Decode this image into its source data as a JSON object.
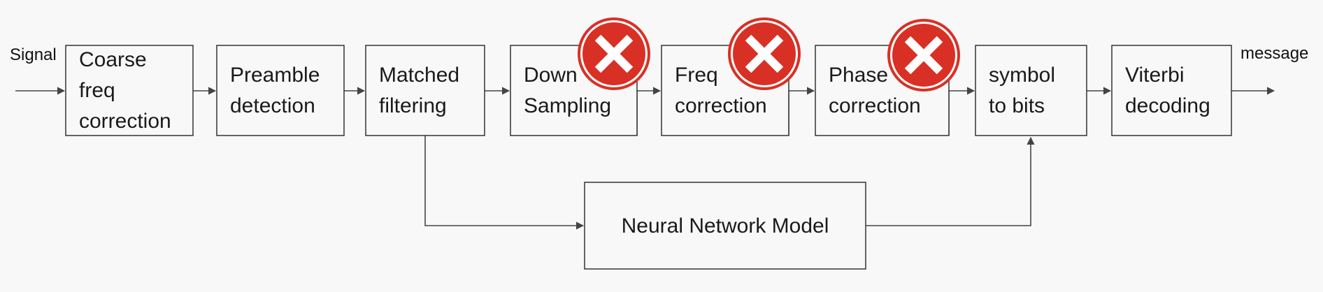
{
  "input_label": "Signal",
  "output_label": "message",
  "blocks": [
    {
      "id": "coarse",
      "lines": [
        "Coarse",
        "freq",
        "correction"
      ]
    },
    {
      "id": "preamble",
      "lines": [
        "Preamble",
        "detection"
      ]
    },
    {
      "id": "matched",
      "lines": [
        "Matched",
        "filtering"
      ]
    },
    {
      "id": "downsampling",
      "lines": [
        "Down",
        "Sampling"
      ],
      "removed": true
    },
    {
      "id": "freqcorr",
      "lines": [
        "Freq",
        "correction"
      ],
      "removed": true
    },
    {
      "id": "phasecorr",
      "lines": [
        "Phase",
        "correction"
      ],
      "removed": true
    },
    {
      "id": "symbolbits",
      "lines": [
        "symbol",
        "to bits"
      ]
    },
    {
      "id": "viterbi",
      "lines": [
        "Viterbi",
        "decoding"
      ]
    }
  ],
  "neural_block": {
    "label": "Neural Network Model"
  },
  "colors": {
    "removed_marker": "#d93025",
    "box_stroke": "#333333",
    "wire": "#444444"
  },
  "icons": {
    "removed_marker": "x-circle-icon"
  }
}
